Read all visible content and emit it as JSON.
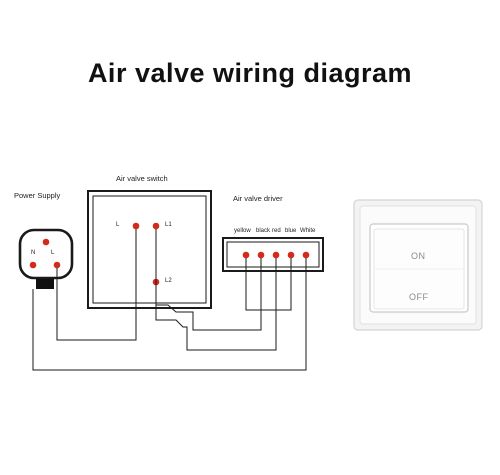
{
  "title": "Air valve wiring diagram",
  "labels": {
    "power_supply": "Power Supply",
    "switch": "Air valve switch",
    "driver": "Air valve driver"
  },
  "plug": {
    "n": "N",
    "l": "L"
  },
  "switch_terminals": {
    "l": "L",
    "l1": "L1",
    "l2": "L2"
  },
  "driver_wires": [
    "yellow",
    "black",
    "red",
    "blue",
    "White"
  ],
  "wall_switch": {
    "on": "ON",
    "off": "OFF"
  },
  "colors": {
    "terminal": "#d42a1c",
    "line": "#1a1a1a"
  }
}
